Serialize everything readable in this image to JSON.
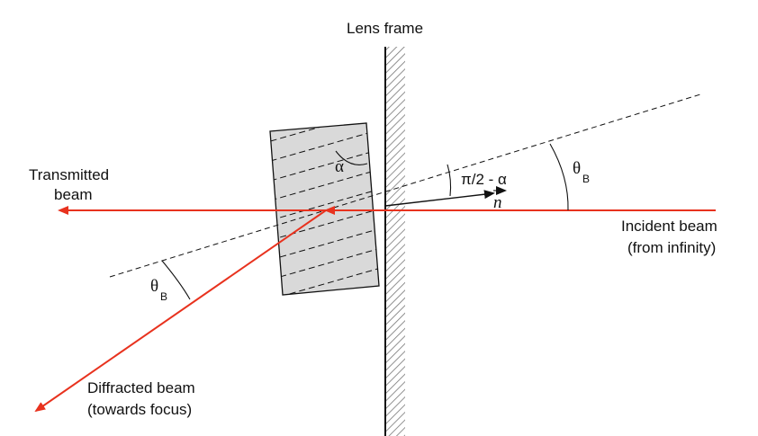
{
  "labels": {
    "lens_frame": "Lens frame",
    "transmitted_line1": "Transmitted",
    "transmitted_line2": "beam",
    "incident_line1": "Incident beam",
    "incident_line2": "(from infinity)",
    "diffracted_line1": "Diffracted beam",
    "diffracted_line2": "(towards focus)",
    "alpha": "α",
    "pi_half_minus_alpha": "π/2 - α",
    "normal_vector": "n",
    "theta": "θ",
    "theta_subscript": "B"
  },
  "colors": {
    "beam": "#e8321e",
    "line": "#111111",
    "crystal_fill": "#d9d9d9",
    "frame_hatch": "#666666"
  }
}
